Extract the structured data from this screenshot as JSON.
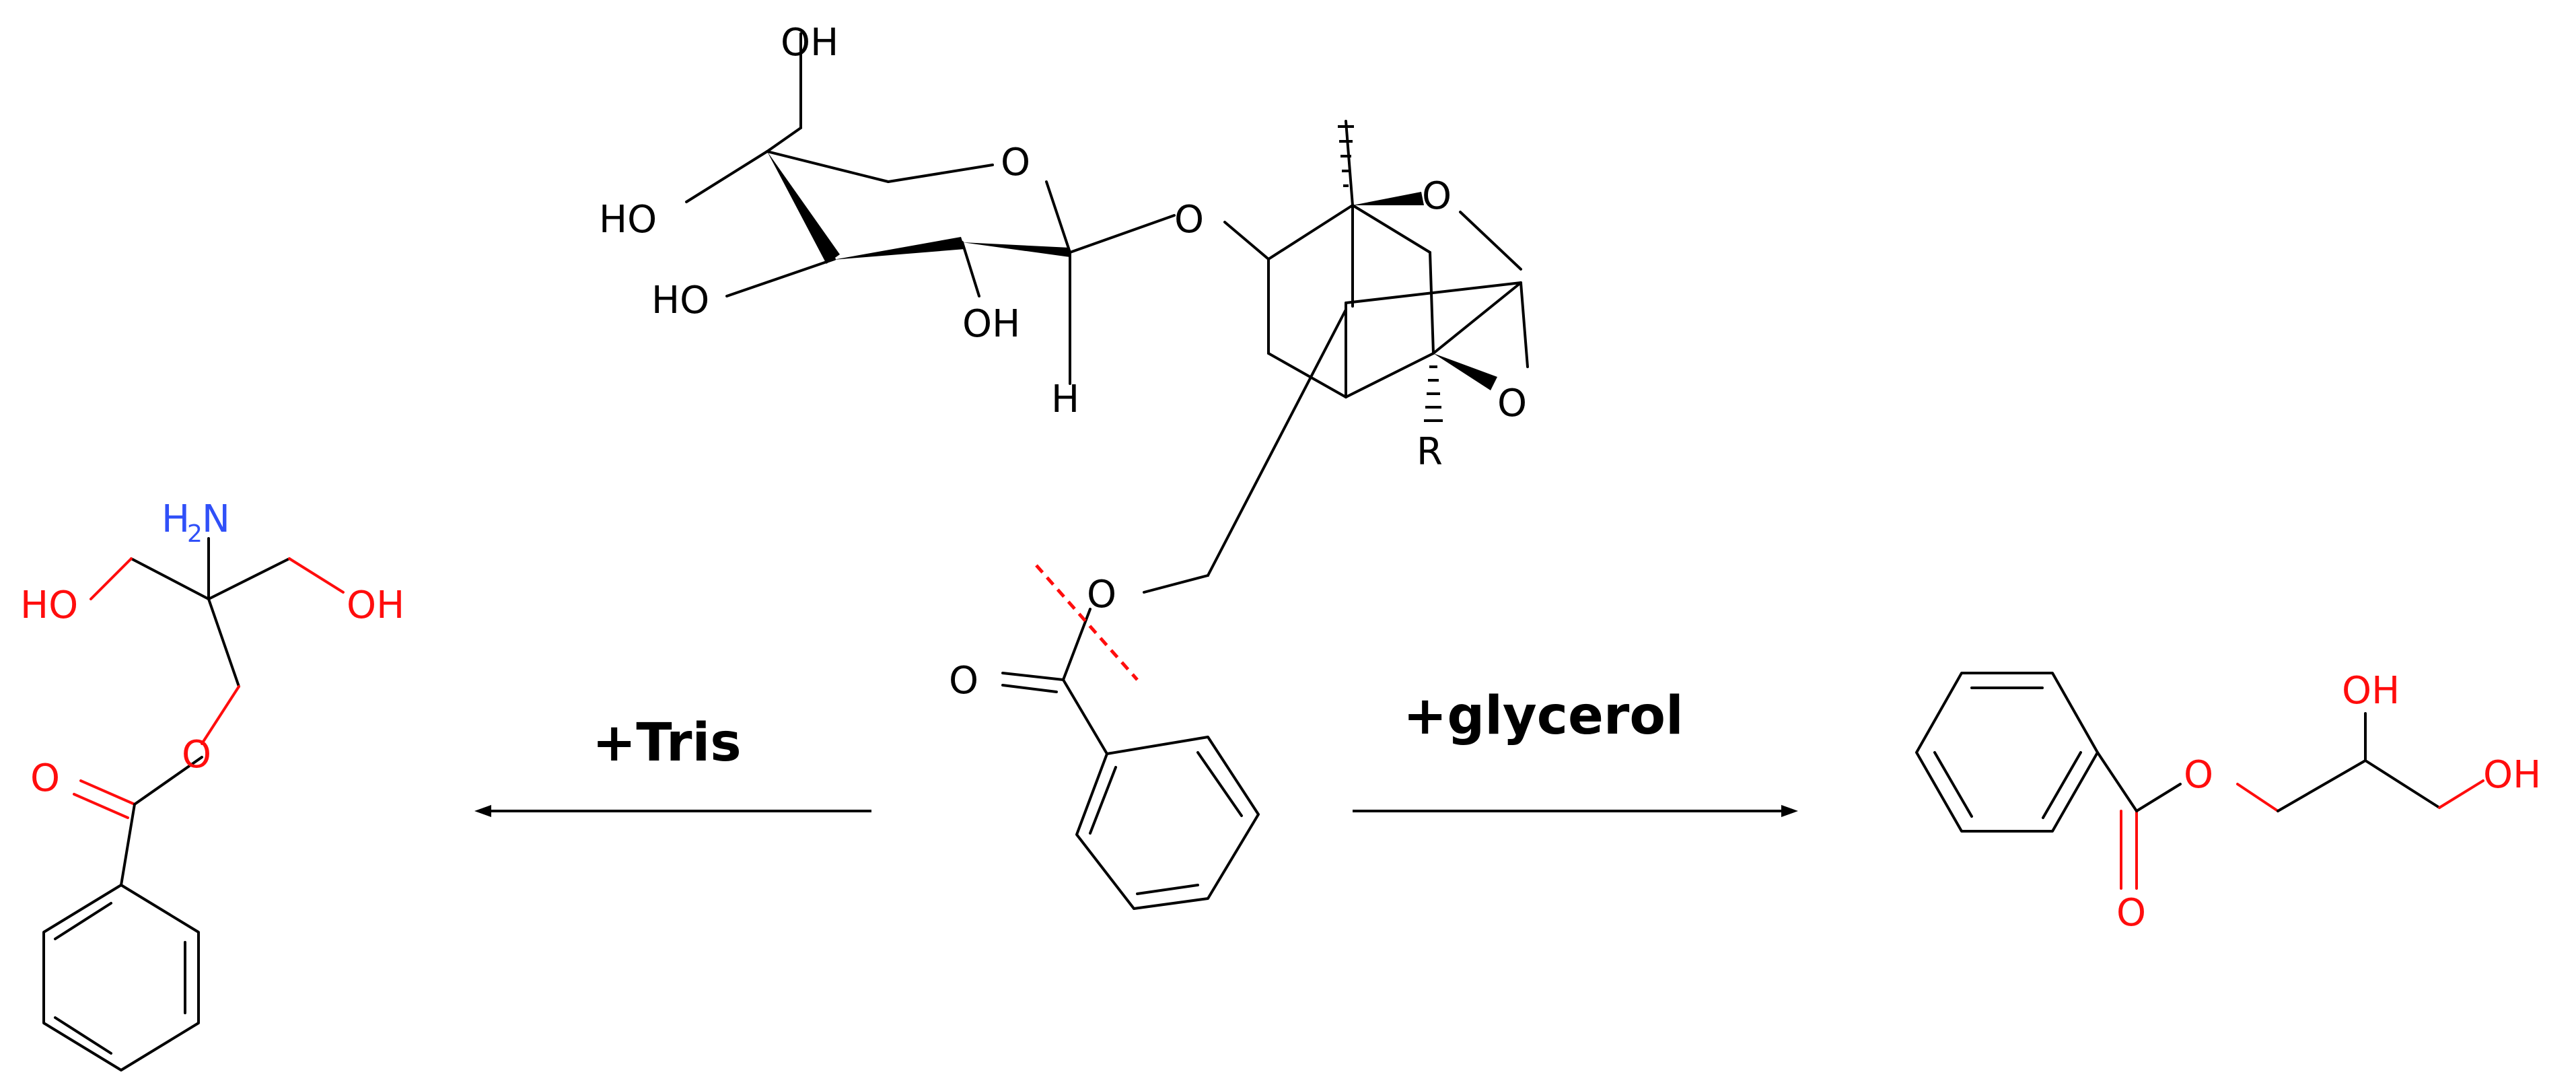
{
  "reagents": {
    "left": "+Tris",
    "right": "+glycerol"
  },
  "labels": {
    "oh": "OH",
    "ho": "HO",
    "o": "O",
    "h": "H",
    "r": "R",
    "nh2_main": "H",
    "nh2_sub": "2",
    "nh2_n": "N"
  },
  "colors": {
    "bond": "#000000",
    "heteroatom_oxygen": "#ff0d0d",
    "heteroatom_nitrogen": "#3050f8",
    "cleavage_line": "#ff0d0d"
  }
}
